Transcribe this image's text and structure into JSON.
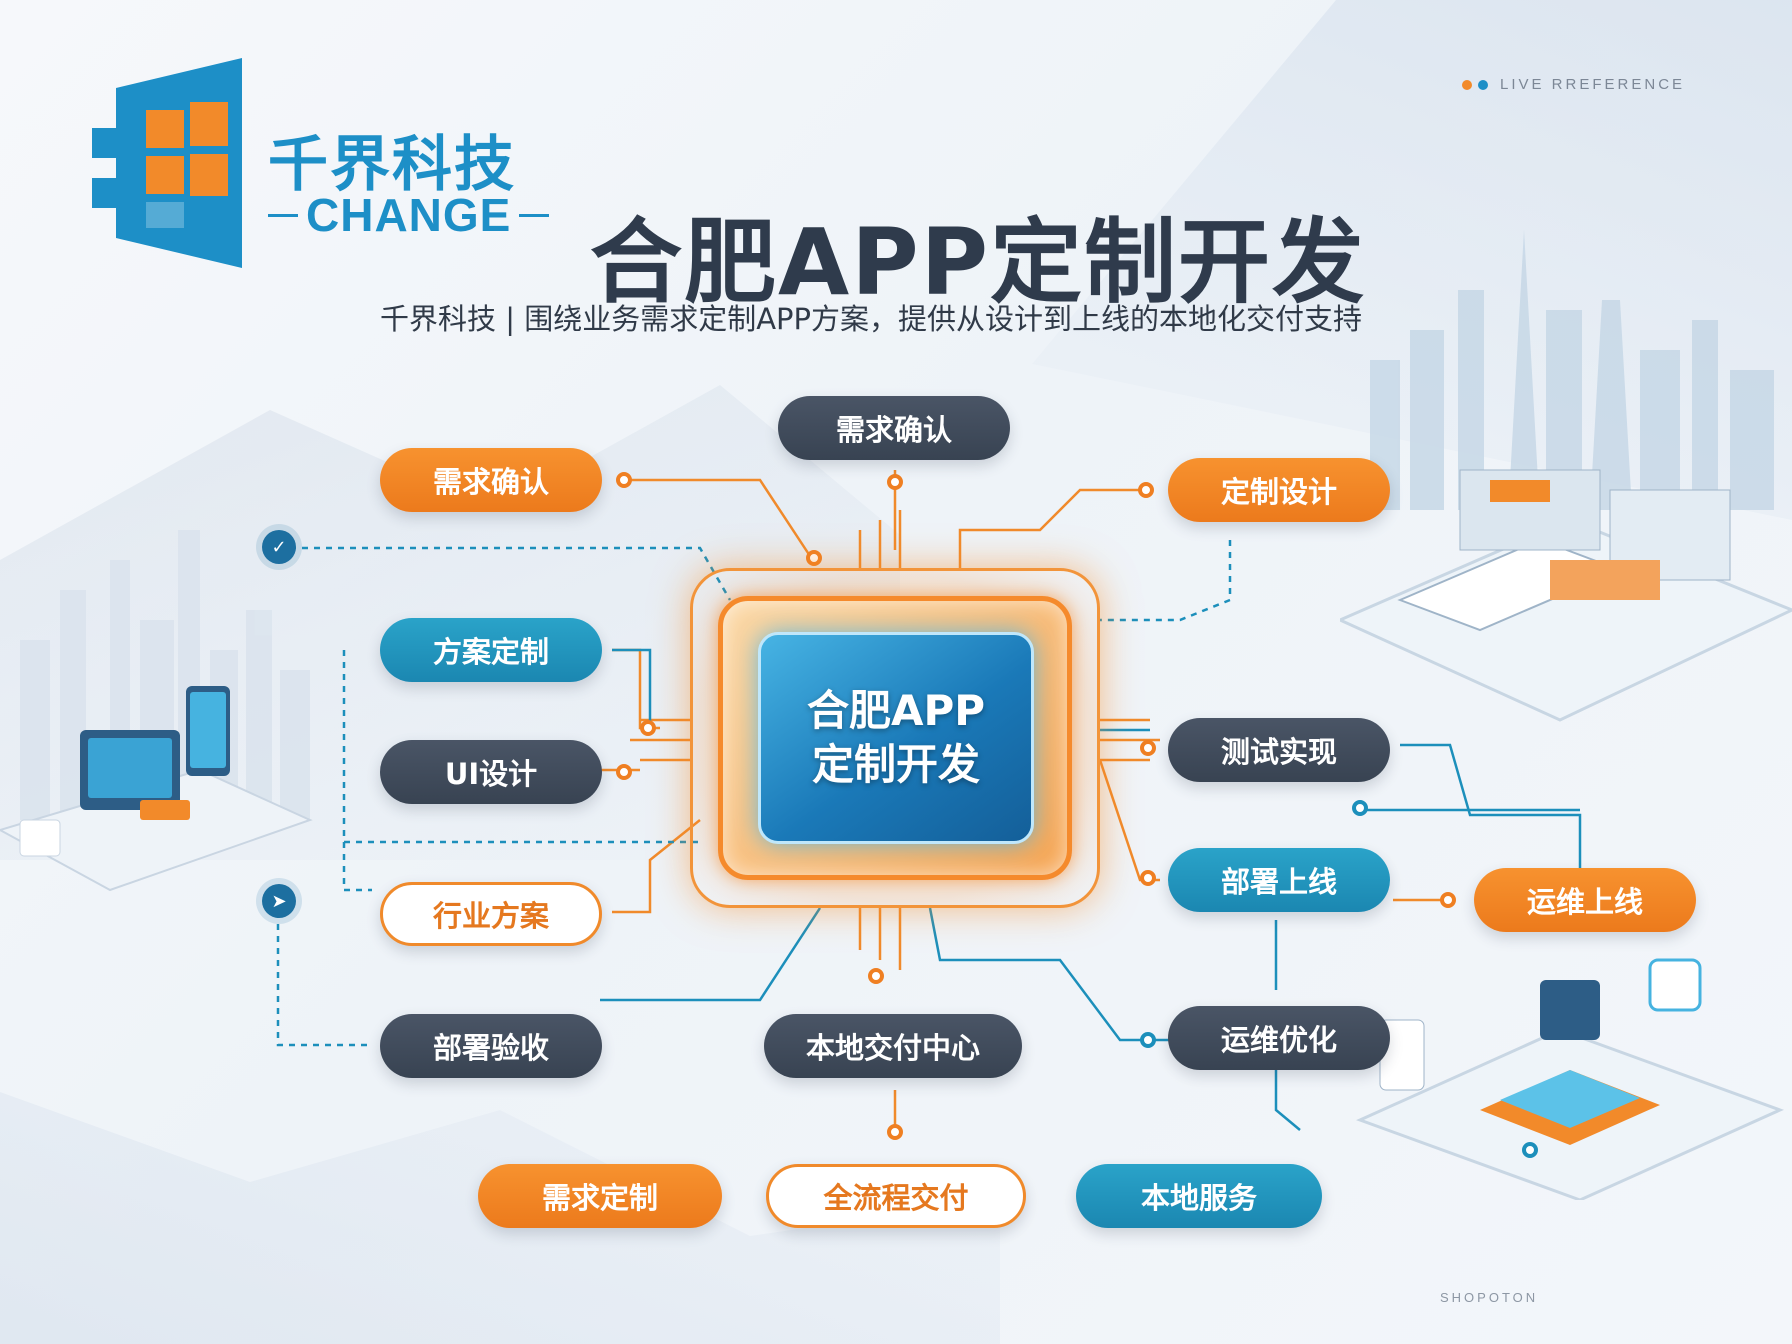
{
  "brand": {
    "name_cn": "千界科技",
    "name_en": "CHANGE"
  },
  "corner_label": "LIVE RREFERENCE",
  "title": "合肥APP定制开发",
  "subtitle": "千界科技 | 围绕业务需求定制APP方案，提供从设计到上线的本地化交付支持",
  "center": {
    "line1": "合肥APP",
    "line2": "定制开发"
  },
  "nodes": {
    "top_center": "需求确认",
    "left_1": "需求确认",
    "left_2": "方案定制",
    "left_3": "UI设计",
    "left_4": "行业方案",
    "left_5": "部署验收",
    "bottom_center": "本地交付中心",
    "right_1": "定制设计",
    "right_2": "测试实现",
    "right_3": "部署上线",
    "right_4": "运维优化",
    "right_far": "运维上线"
  },
  "bottom_tags": [
    "需求定制",
    "全流程交付",
    "本地服务"
  ],
  "footer_note": "SHOPOTON",
  "colors": {
    "orange": "#f08a2b",
    "teal": "#1b87b1",
    "dark": "#3d4858",
    "brand_blue": "#1d8fc7"
  },
  "icons": [
    "check-icon",
    "arrow-icon",
    "city-skyline-icon",
    "building-icon",
    "device-icon"
  ]
}
